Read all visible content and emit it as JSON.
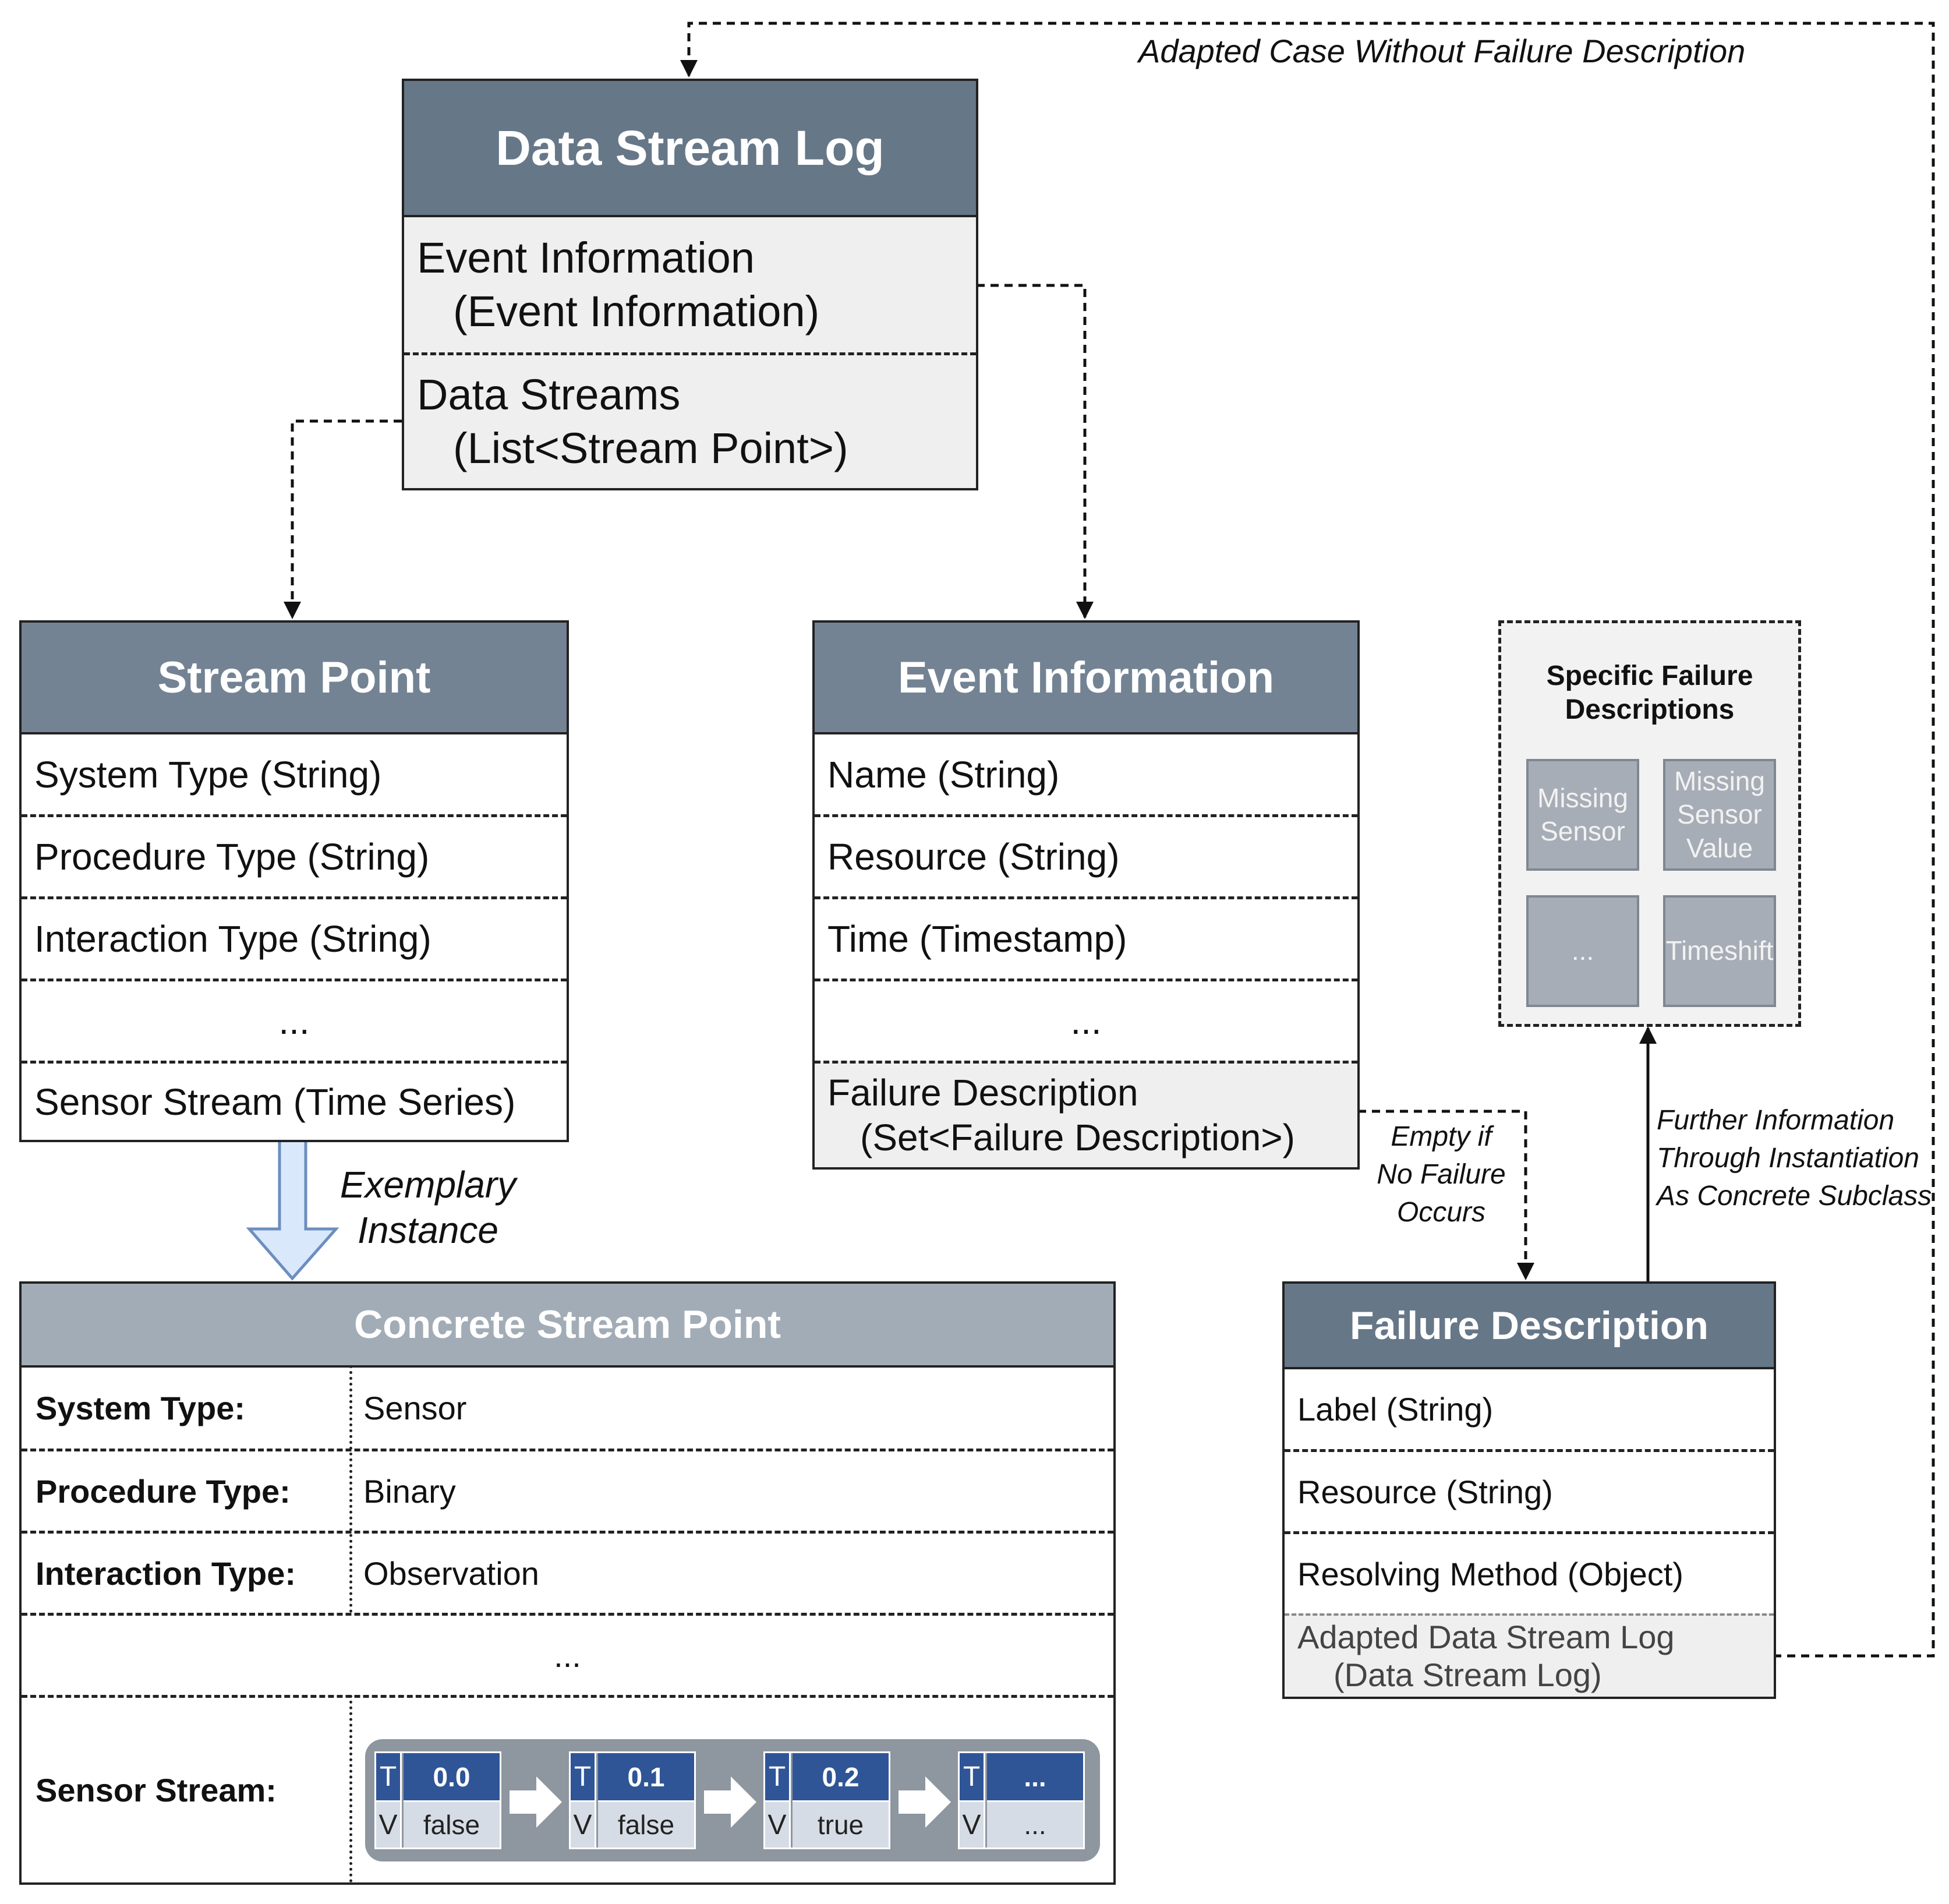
{
  "data_stream_log": {
    "title": "Data Stream Log",
    "event_info_line1": "Event Information",
    "event_info_line2": "(Event Information)",
    "data_streams_line1": "Data Streams",
    "data_streams_line2": "(List<Stream Point>)"
  },
  "edges": {
    "adapted_case": "Adapted Case Without Failure Description",
    "exemplary_line1": "Exemplary",
    "exemplary_line2": "Instance",
    "empty_line1": "Empty if",
    "empty_line2": "No Failure",
    "empty_line3": "Occurs",
    "further_line1": "Further Information",
    "further_line2": "Through Instantiation",
    "further_line3": "As Concrete Subclass"
  },
  "stream_point": {
    "title": "Stream Point",
    "rows": [
      "System Type (String)",
      "Procedure Type (String)",
      "Interaction Type (String)",
      "...",
      "Sensor Stream (Time Series)"
    ]
  },
  "event_information": {
    "title": "Event Information",
    "rows": [
      "Name (String)",
      "Resource (String)",
      "Time (Timestamp)",
      "..."
    ],
    "failure_line1": "Failure Description",
    "failure_line2": "(Set<Failure Description>)"
  },
  "specific_failures": {
    "title_line1": "Specific Failure",
    "title_line2": "Descriptions",
    "tile1_line1": "Missing",
    "tile1_line2": "Sensor",
    "tile2_line1": "Missing",
    "tile2_line2": "Sensor",
    "tile2_line3": "Value",
    "tile3": "...",
    "tile4": "Timeshift"
  },
  "concrete_stream_point": {
    "title": "Concrete Stream Point",
    "rows": [
      {
        "key": "System Type:",
        "value": "Sensor"
      },
      {
        "key": "Procedure Type:",
        "value": "Binary"
      },
      {
        "key": "Interaction Type:",
        "value": "Observation"
      }
    ],
    "ellipsis": "...",
    "sensor_key": "Sensor Stream:",
    "series": [
      {
        "t_label": "T",
        "v_label": "V",
        "t": "0.0",
        "v": "false"
      },
      {
        "t_label": "T",
        "v_label": "V",
        "t": "0.1",
        "v": "false"
      },
      {
        "t_label": "T",
        "v_label": "V",
        "t": "0.2",
        "v": "true"
      },
      {
        "t_label": "T",
        "v_label": "V",
        "t": "...",
        "v": "..."
      }
    ]
  },
  "failure_description": {
    "title": "Failure Description",
    "rows": [
      "Label (String)",
      "Resource (String)",
      "Resolving Method (Object)"
    ],
    "adapted_line1": "Adapted Data Stream Log",
    "adapted_line2": "(Data Stream Log)"
  },
  "colors": {
    "header_dark": "#667788",
    "header_mid": "#738394",
    "header_light": "#a2acb6",
    "series_blue": "#2f5597",
    "series_cell": "#d6dce5",
    "series_frame": "#8e969f",
    "tile": "#a7adb6"
  }
}
